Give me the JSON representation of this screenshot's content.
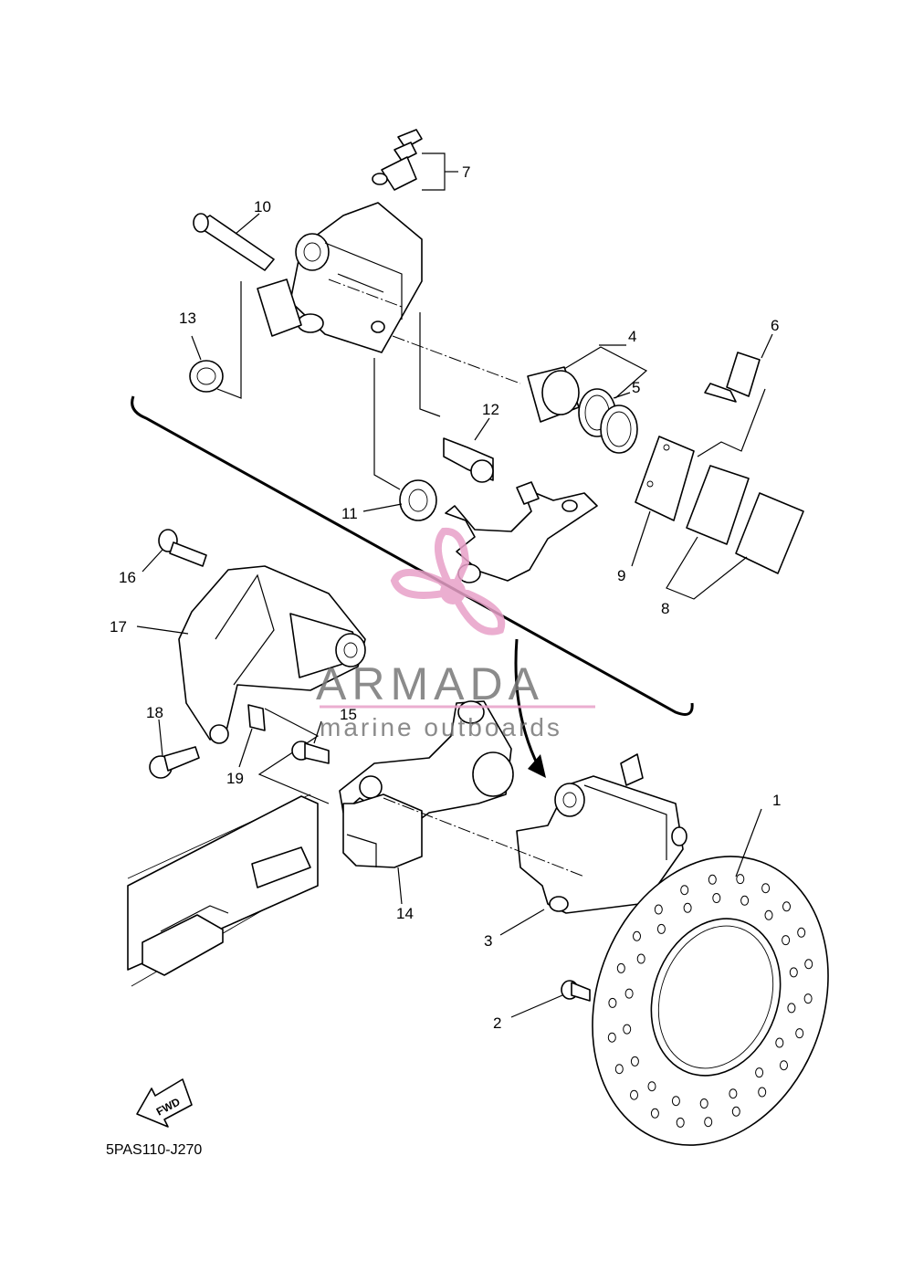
{
  "diagram": {
    "code": "5PAS110-J270",
    "fwd_label": "FWD",
    "callouts": [
      "1",
      "2",
      "3",
      "4",
      "5",
      "6",
      "7",
      "8",
      "9",
      "10",
      "11",
      "12",
      "13",
      "14",
      "15",
      "16",
      "17",
      "18",
      "19"
    ]
  },
  "watermark": {
    "brand": "ARMADA",
    "tagline": "marine outboards",
    "color": "#e8a0c8"
  }
}
